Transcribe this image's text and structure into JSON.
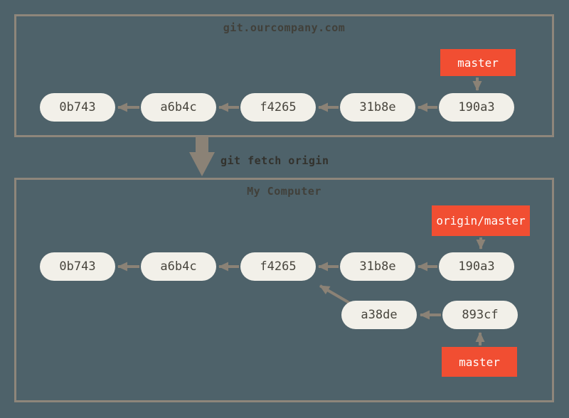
{
  "diagram": {
    "command_label": "git fetch origin",
    "remote": {
      "title": "git.ourcompany.com",
      "branch_label": "master",
      "commits": [
        "0b743",
        "a6b4c",
        "f4265",
        "31b8e",
        "190a3"
      ]
    },
    "local": {
      "title": "My Computer",
      "remote_branch_label": "origin/master",
      "branch_label": "master",
      "commits": [
        "0b743",
        "a6b4c",
        "f4265",
        "31b8e",
        "190a3"
      ],
      "local_branch_commits": [
        "a38de",
        "893cf"
      ]
    },
    "colors": {
      "background": "#4e626a",
      "box_border": "#8e867b",
      "node_fill": "#f2f0e9",
      "node_text": "#48453d",
      "arrow": "#8b8276",
      "branch_label_bg": "#f14e32",
      "branch_label_text": "#ffffff",
      "title_text": "#41403a",
      "command_text": "#33322d"
    }
  }
}
